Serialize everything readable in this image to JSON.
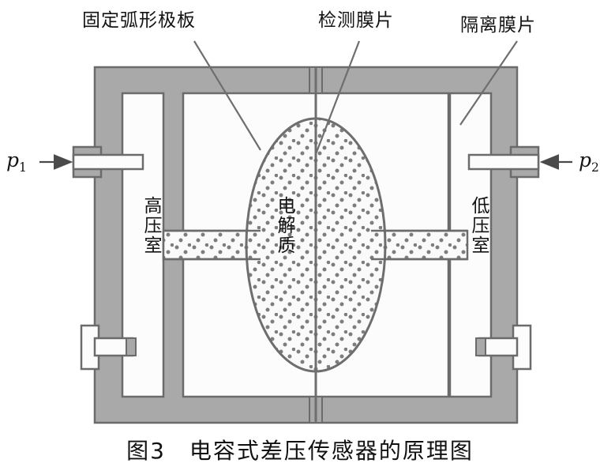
{
  "figure": {
    "caption": "图3　电容式差压传感器的原理图",
    "caption_number": "图3",
    "caption_title": "电容式差压传感器的原理图"
  },
  "callouts": [
    {
      "id": "fixed-arc-plate",
      "label": "固定弧形极板"
    },
    {
      "id": "sensing-diaphragm",
      "label": "检测膜片"
    },
    {
      "id": "isolating-diaphragm",
      "label": "隔离膜片"
    }
  ],
  "chambers": {
    "high_pressure": "高压室",
    "low_pressure": "低压室"
  },
  "fluid": {
    "electrolyte": "电解质"
  },
  "pressures": {
    "left_symbol": "p",
    "left_subscript": "1",
    "right_symbol": "p",
    "right_subscript": "2"
  },
  "colors": {
    "casing_fill": "#a9a9a9",
    "casing_stroke": "#6b6b6b",
    "chamber_fill": "#fcfcfc",
    "electrolyte_fill": "#fafafa",
    "stipple": "#7d7d7d",
    "line": "#6e6e6e",
    "text": "#131313",
    "background": "#ffffff"
  }
}
